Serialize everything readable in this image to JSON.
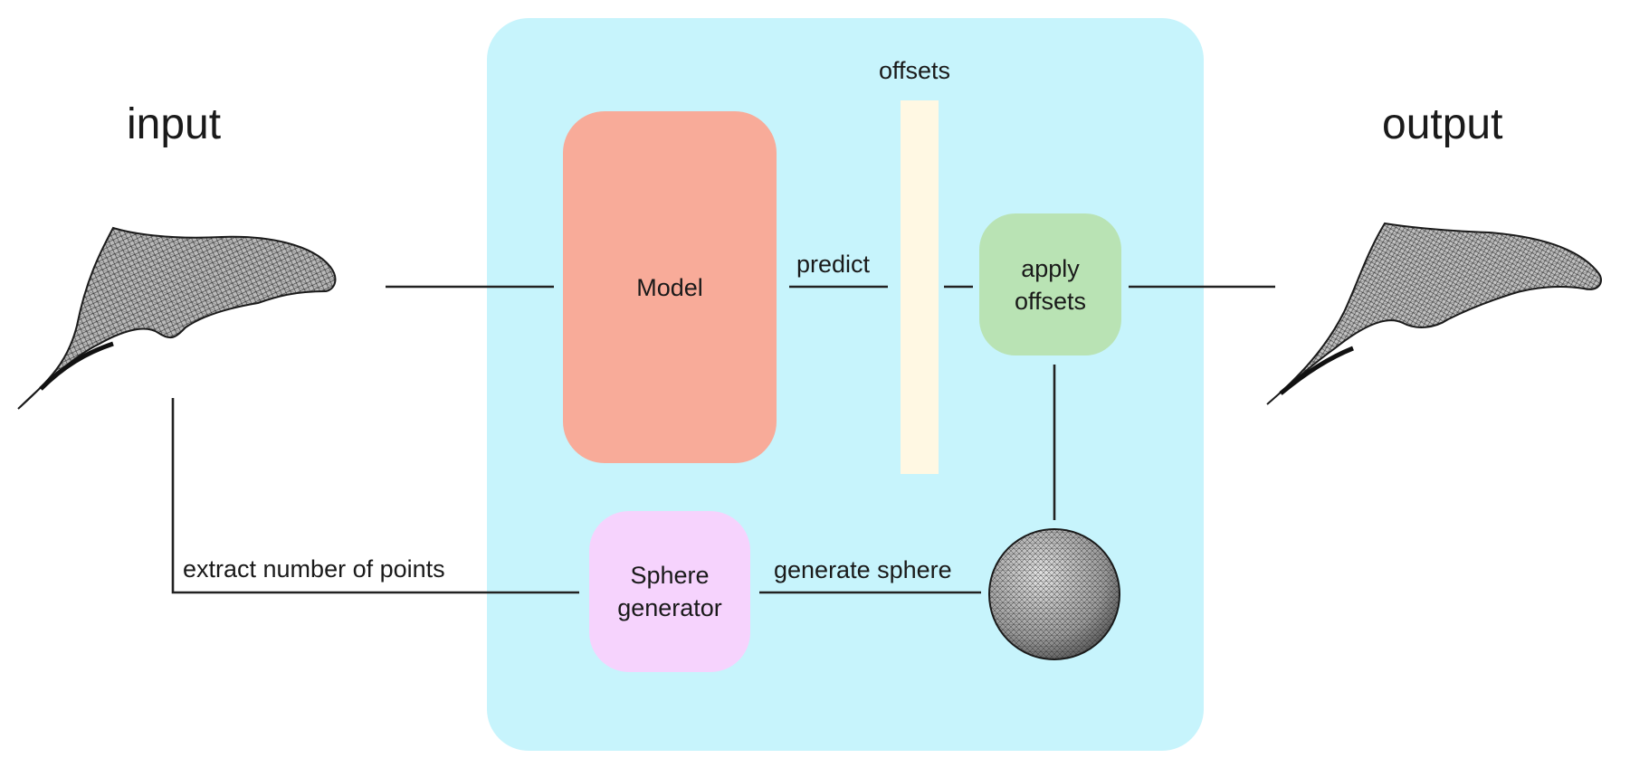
{
  "input_title": "input",
  "output_title": "output",
  "offsets_label": "offsets",
  "model_label": "Model",
  "predict_label": "predict",
  "apply_offsets_label": "apply\noffsets",
  "sphere_generator_label": "Sphere\ngenerator",
  "generate_sphere_label": "generate sphere",
  "extract_label": "extract number of points",
  "input_mesh_icon": "dolphin-mesh",
  "output_mesh_icon": "dolphin-mesh",
  "sphere_icon": "sphere-mesh",
  "colors": {
    "panel": "#c7f4fc",
    "model": "#f8ab99",
    "offsets_bar": "#fff8e3",
    "apply_offsets": "#b9e3b4",
    "sphere_generator": "#f6d3fd",
    "lines": "#222222"
  }
}
